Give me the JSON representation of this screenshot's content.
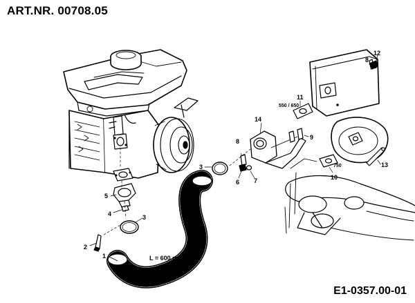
{
  "header": {
    "article_number": "ART.NR. 00708.05"
  },
  "footer": {
    "drawing_code": "E1-0357.00-01"
  },
  "callouts": {
    "c1": "1",
    "c2": "2",
    "c3a": "3",
    "c3b": "3",
    "c4": "4",
    "c5": "5",
    "c6": "6",
    "c7": "7",
    "c8a": "8",
    "c8b": "8",
    "c9": "9",
    "c10": "10",
    "c11": "11",
    "c12": "12",
    "c13": "13",
    "c14": "14"
  },
  "annotations": {
    "hose_length": "L = 600 mm",
    "gasket_11_variant": "550 / 650",
    "gasket_10_variant": "750"
  }
}
